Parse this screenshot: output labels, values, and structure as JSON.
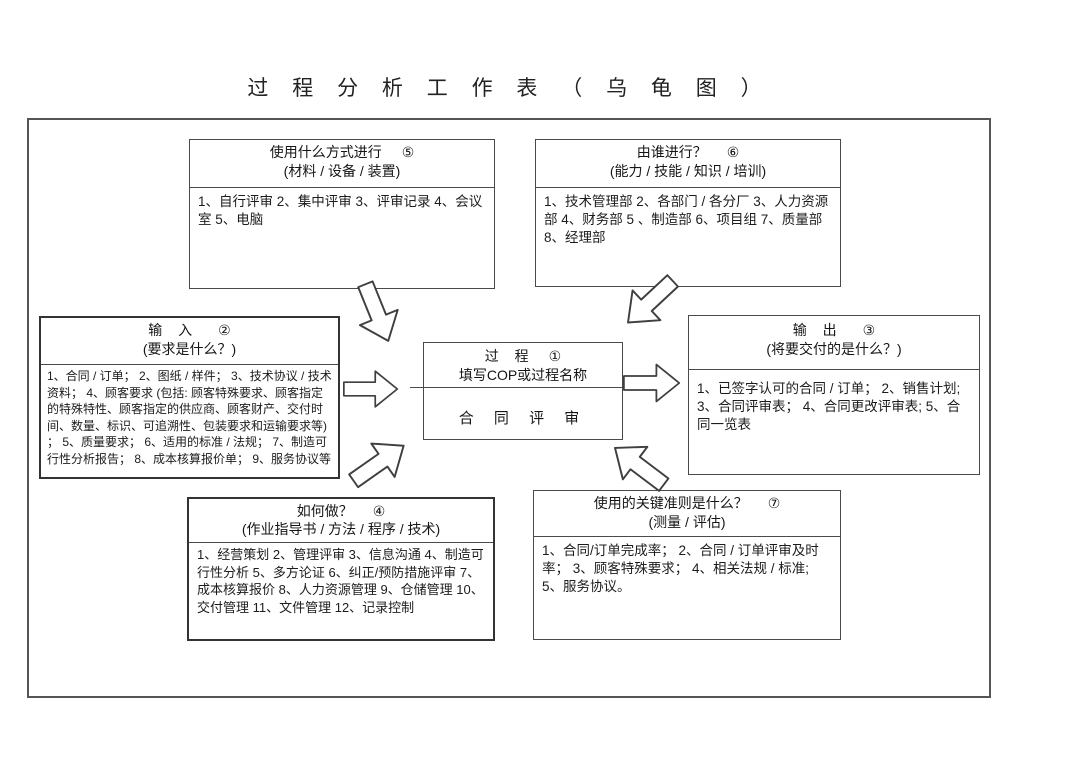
{
  "title": "过 程 分 析 工 作 表 （ 乌 龟 图 ）",
  "boxes": {
    "process": {
      "title": "过  程",
      "number": "①",
      "subtitle": "填写COP或过程名称",
      "body": "合 同 评 审"
    },
    "input": {
      "title": "输  入",
      "number": "②",
      "subtitle": "(要求是什么？)",
      "body": "1、合同 / 订单；  2、图纸 / 样件；  3、技术协议 / 技术资料；  4、顾客要求 (包括: 顾客特殊要求、顾客指定的特殊特性、顾客指定的供应商、顾客财产、交付时间、数量、标识、可追溯性、包装要求和运输要求等)  ； 5、质量要求；  6、适用的标准 / 法规；  7、制造可行性分析报告；  8、成本核算报价单；  9、服务协议等"
    },
    "output": {
      "title": "输  出",
      "number": "③",
      "subtitle": "(将要交付的是什么？)",
      "body": "1、已签字认可的合同 / 订单；  2、销售计划;  3、合同评审表；  4、合同更改评审表;  5、合同一览表"
    },
    "how": {
      "title": "如何做？",
      "number": "④",
      "subtitle": "(作业指导书 / 方法 / 程序 / 技术)",
      "body": "1、经营策划  2、管理评审  3、信息沟通  4、制造可行性分析  5、多方论证  6、纠正/预防措施评审  7、成本核算报价  8、人力资源管理 9、仓储管理  10、交付管理  11、文件管理  12、记录控制"
    },
    "with_what": {
      "title": "使用什么方式进行",
      "number": "⑤",
      "subtitle": "(材料 / 设备 / 装置)",
      "body": "1、自行评审  2、集中评审  3、评审记录  4、会议室  5、电脑"
    },
    "who": {
      "title": "由谁进行？",
      "number": "⑥",
      "subtitle": "(能力 / 技能 / 知识 / 培训)",
      "body": "1、技术管理部  2、各部门 / 各分厂  3、人力资源部 4、财务部  5 、制造部  6、项目组  7、质量部  8、经理部"
    },
    "criteria": {
      "title": "使用的关键准则是什么？",
      "number": "⑦",
      "subtitle": "(测量 / 评估)",
      "body": "1、合同/订单完成率；  2、合同 / 订单评审及时率；  3、顾客特殊要求；   4、相关法规 / 标准;  5、服务协议。"
    }
  },
  "colors": {
    "line": "#4a4a4a",
    "text": "#1c1c1c",
    "background": "#ffffff"
  }
}
